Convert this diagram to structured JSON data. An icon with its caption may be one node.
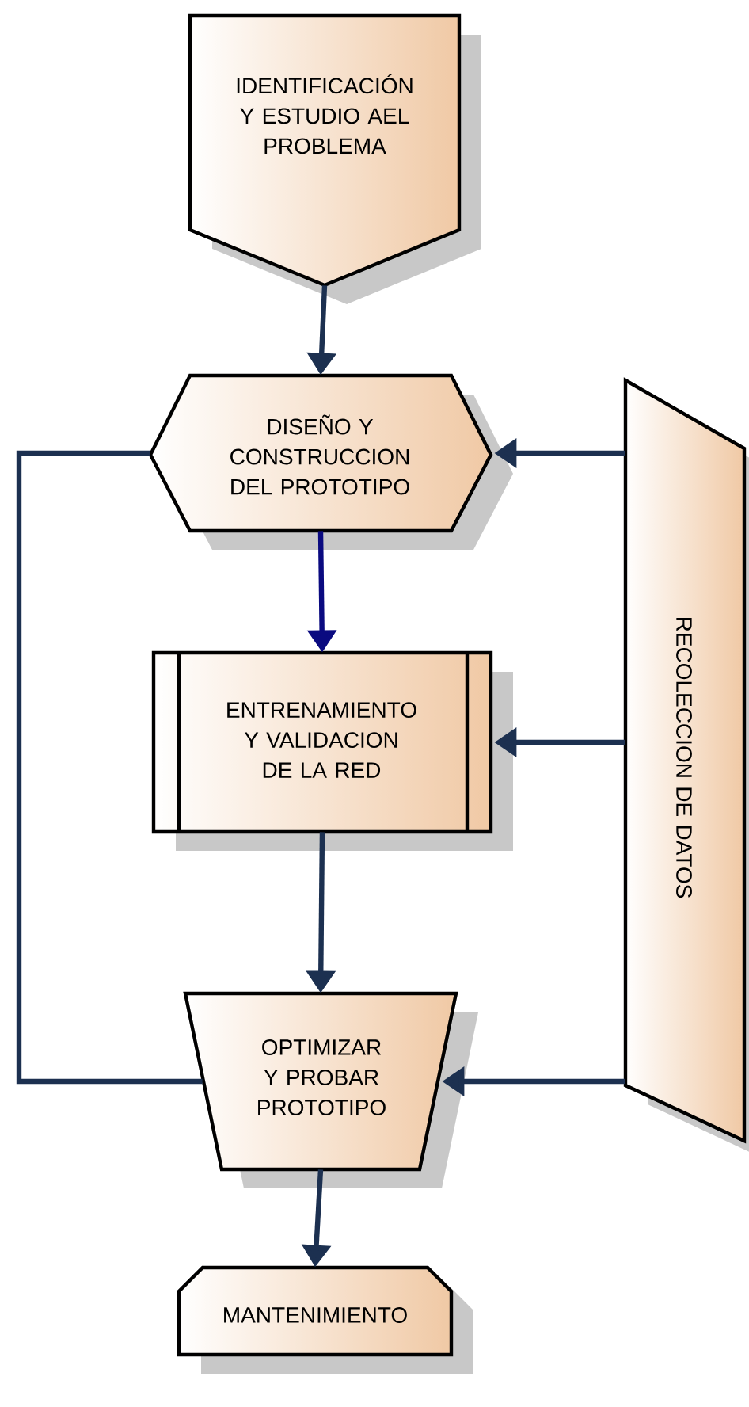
{
  "diagram": {
    "nodes": [
      {
        "text": [
          "IDENTIFICACIÓN Y ESTUDIO AEL PROBLEMA"
        ]
      },
      {
        "text": [
          "DISEÑO Y CONSTRUCCION DEL PROTOTIPO"
        ]
      },
      {
        "text": [
          "ENTRENAMIENTO Y VALIDACION DE LA RED"
        ]
      },
      {
        "text": [
          "OPTIMIZAR Y PROBAR PROTOTIPO"
        ]
      },
      {
        "text": [
          "MANTENIMIENTO"
        ]
      },
      {
        "text": [
          "RECOLECCION DE DATOS"
        ]
      }
    ],
    "edges": [
      {
        "from": 0,
        "to": 1,
        "arrow": "to"
      },
      {
        "from": 1,
        "to": 2,
        "arrow": "to",
        "color": "#0a0a80"
      },
      {
        "from": 2,
        "to": 3,
        "arrow": "to"
      },
      {
        "from": 3,
        "to": 4,
        "arrow": "to"
      },
      {
        "from": 3,
        "to": 1,
        "arrow": "none"
      },
      {
        "from": 5,
        "to": 1,
        "arrow": "to"
      },
      {
        "from": 5,
        "to": 2,
        "arrow": "to"
      },
      {
        "from": 5,
        "to": 3,
        "arrow": "to"
      }
    ]
  }
}
